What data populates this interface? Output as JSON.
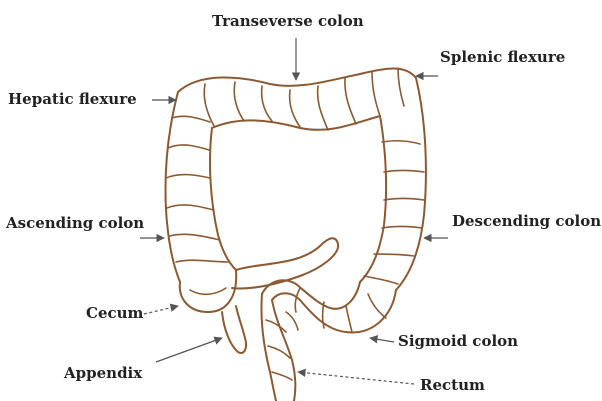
{
  "labels": {
    "transverse_colon": "Transeverse colon",
    "splenic_flexure": "Splenic flexure",
    "hepatic_flexure": "Hepatic flexure",
    "ascending_colon": "Ascending colon",
    "descending_colon": "Descending colon",
    "cecum": "Cecum",
    "sigmoid_colon": "Sigmoid colon",
    "appendix": "Appendix",
    "rectum": "Rectum"
  },
  "colors": {
    "outline": "#8a5a33",
    "label_text": "#222222",
    "pointer": "#555555"
  }
}
